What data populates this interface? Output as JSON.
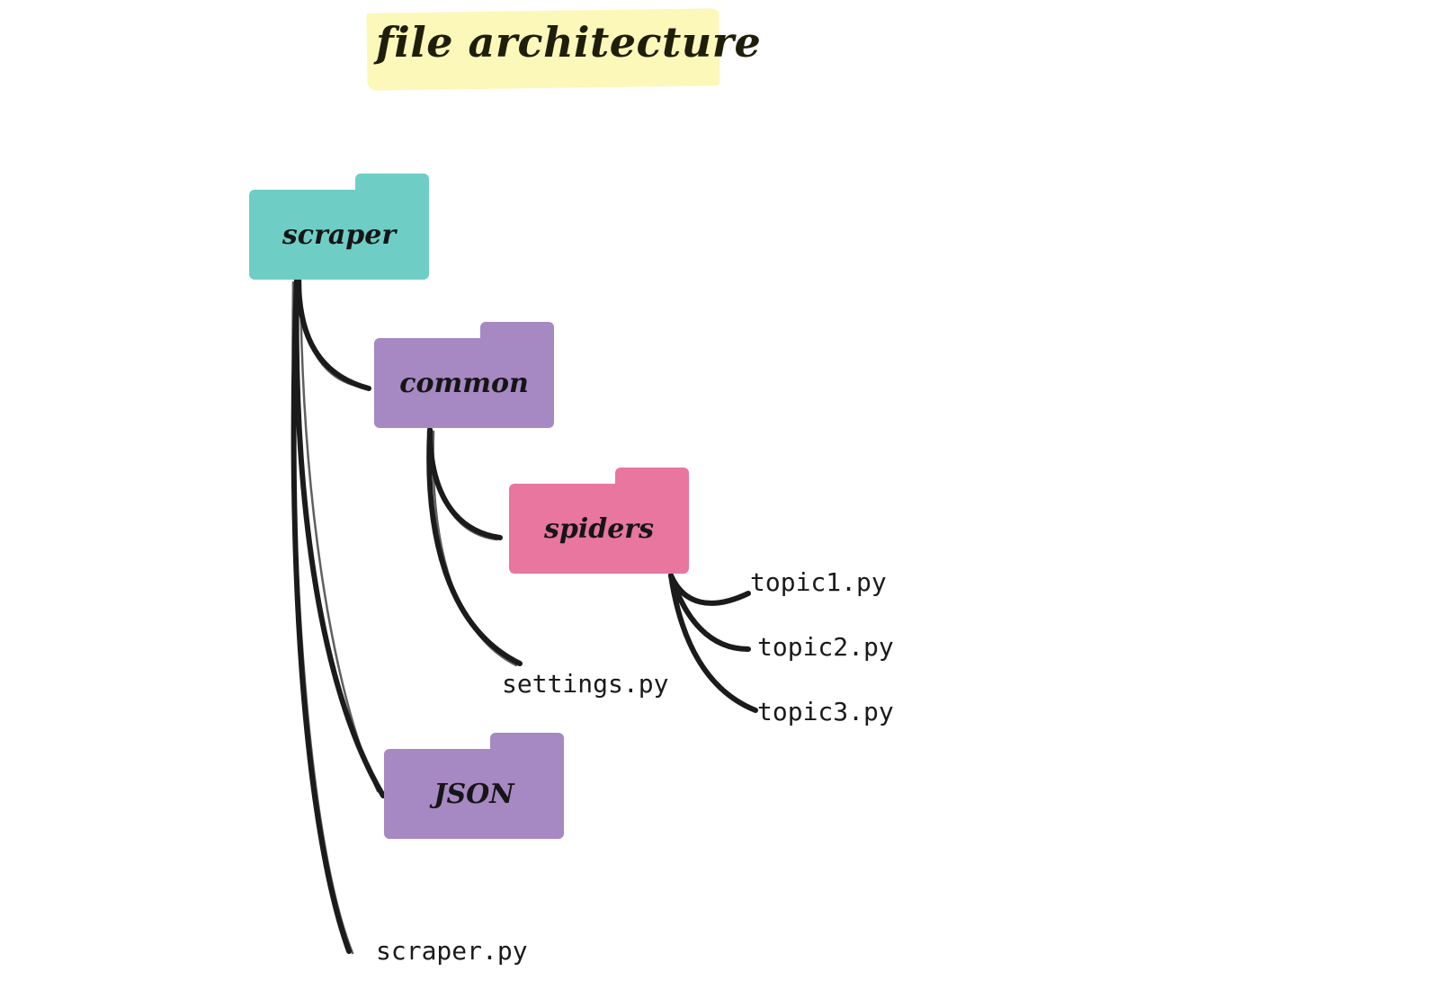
{
  "title": {
    "text": "file architecture",
    "highlight_color": "#fbf8b9"
  },
  "folders": [
    {
      "id": "scraper",
      "label": "scraper",
      "color": "#6ecec6"
    },
    {
      "id": "common",
      "label": "common",
      "color": "#a688c2"
    },
    {
      "id": "spiders",
      "label": "spiders",
      "color": "#e8769f"
    },
    {
      "id": "json",
      "label": "JSON",
      "color": "#a688c2"
    }
  ],
  "files": [
    {
      "id": "topic1",
      "label": "topic1.py"
    },
    {
      "id": "topic2",
      "label": "topic2.py"
    },
    {
      "id": "topic3",
      "label": "topic3.py"
    },
    {
      "id": "settings",
      "label": "settings.py"
    },
    {
      "id": "scraper_py",
      "label": "scraper.py"
    }
  ],
  "colors": {
    "connector": "#1b1b1b",
    "text": "#151515"
  }
}
